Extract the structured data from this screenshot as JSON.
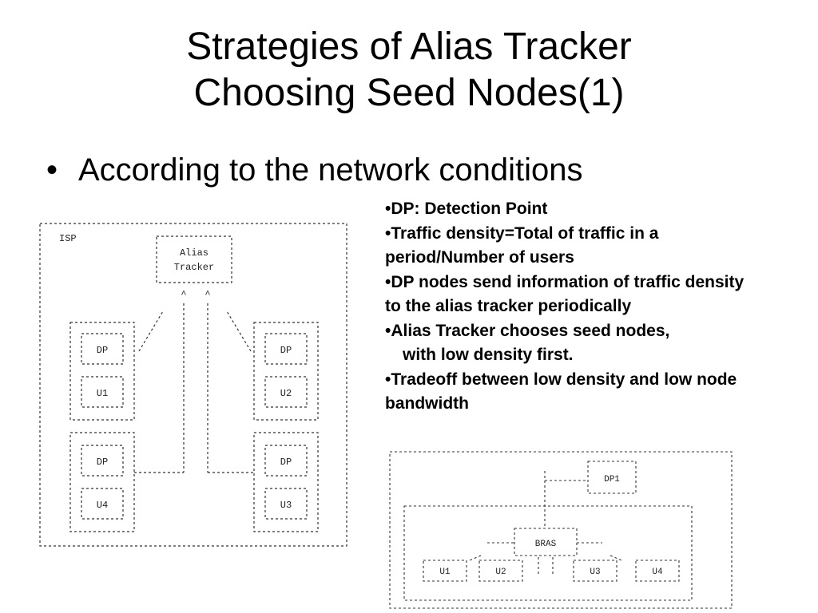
{
  "slide": {
    "title_line1": "Strategies of Alias Tracker",
    "title_line2": "Choosing Seed Nodes(1)",
    "bullet_marker": "•",
    "bullet": "According to the network conditions"
  },
  "notes": [
    {
      "marker": "•",
      "text": "DP: Detection Point"
    },
    {
      "marker": "•",
      "text": "Traffic density=Total of traffic in a period/Number of users"
    },
    {
      "marker": "•",
      "text": "DP nodes send information of traffic density to the alias tracker periodically"
    },
    {
      "marker": "•",
      "text": "Alias Tracker chooses seed nodes,",
      "cont": "with low density first."
    },
    {
      "marker": "•",
      "text": "Tradeoff between low density and low node bandwidth"
    }
  ],
  "left_diagram": {
    "isp_label": "ISP",
    "tracker_line1": "Alias",
    "tracker_line2": "Tracker",
    "nodes": [
      "DP",
      "U1",
      "DP",
      "U2",
      "DP",
      "U4",
      "DP",
      "U3"
    ]
  },
  "right_diagram": {
    "dp1": "DP1",
    "bras": "BRAS",
    "users": [
      "U1",
      "U2",
      "U3",
      "U4"
    ]
  }
}
